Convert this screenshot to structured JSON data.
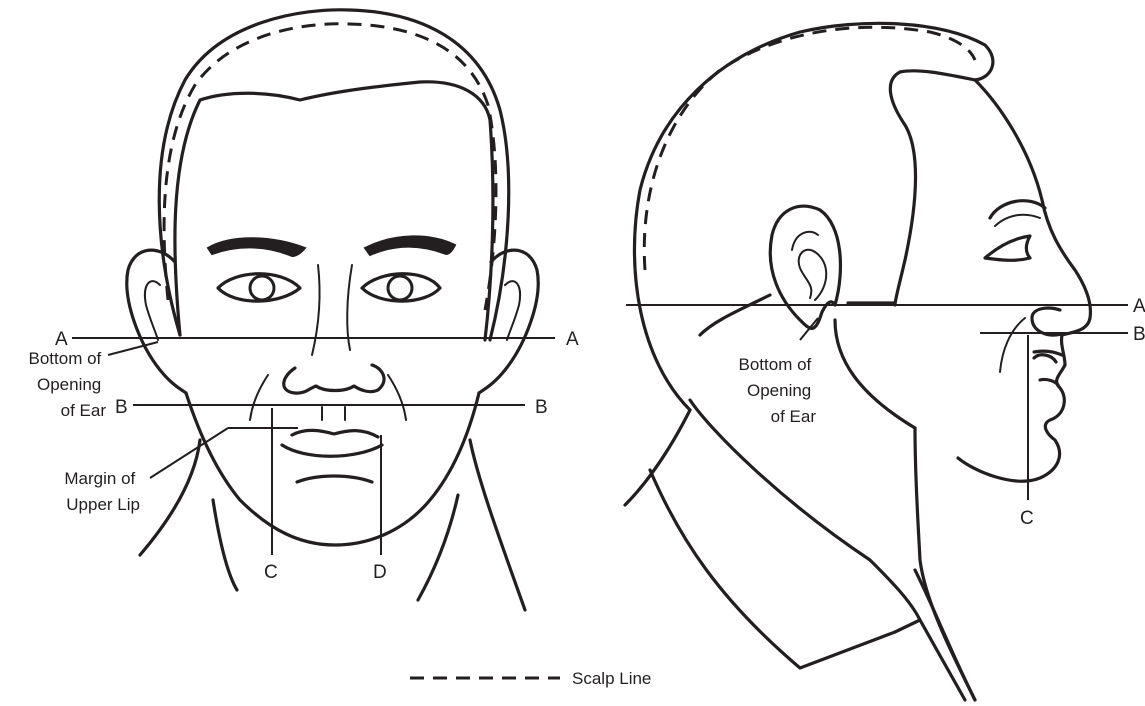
{
  "front": {
    "line_a_left": "A",
    "line_a_right": "A",
    "line_b_left": "B",
    "line_b_right": "B",
    "line_c": "C",
    "line_d": "D",
    "ear_label": [
      "Bottom of",
      "Opening",
      "of Ear"
    ],
    "lip_label": [
      "Margin of",
      "Upper Lip"
    ]
  },
  "profile": {
    "line_a": "A",
    "line_b": "B",
    "line_c": "C",
    "ear_label": [
      "Bottom of",
      "Opening",
      "of Ear"
    ]
  },
  "legend": {
    "scalp_line": "Scalp Line"
  }
}
